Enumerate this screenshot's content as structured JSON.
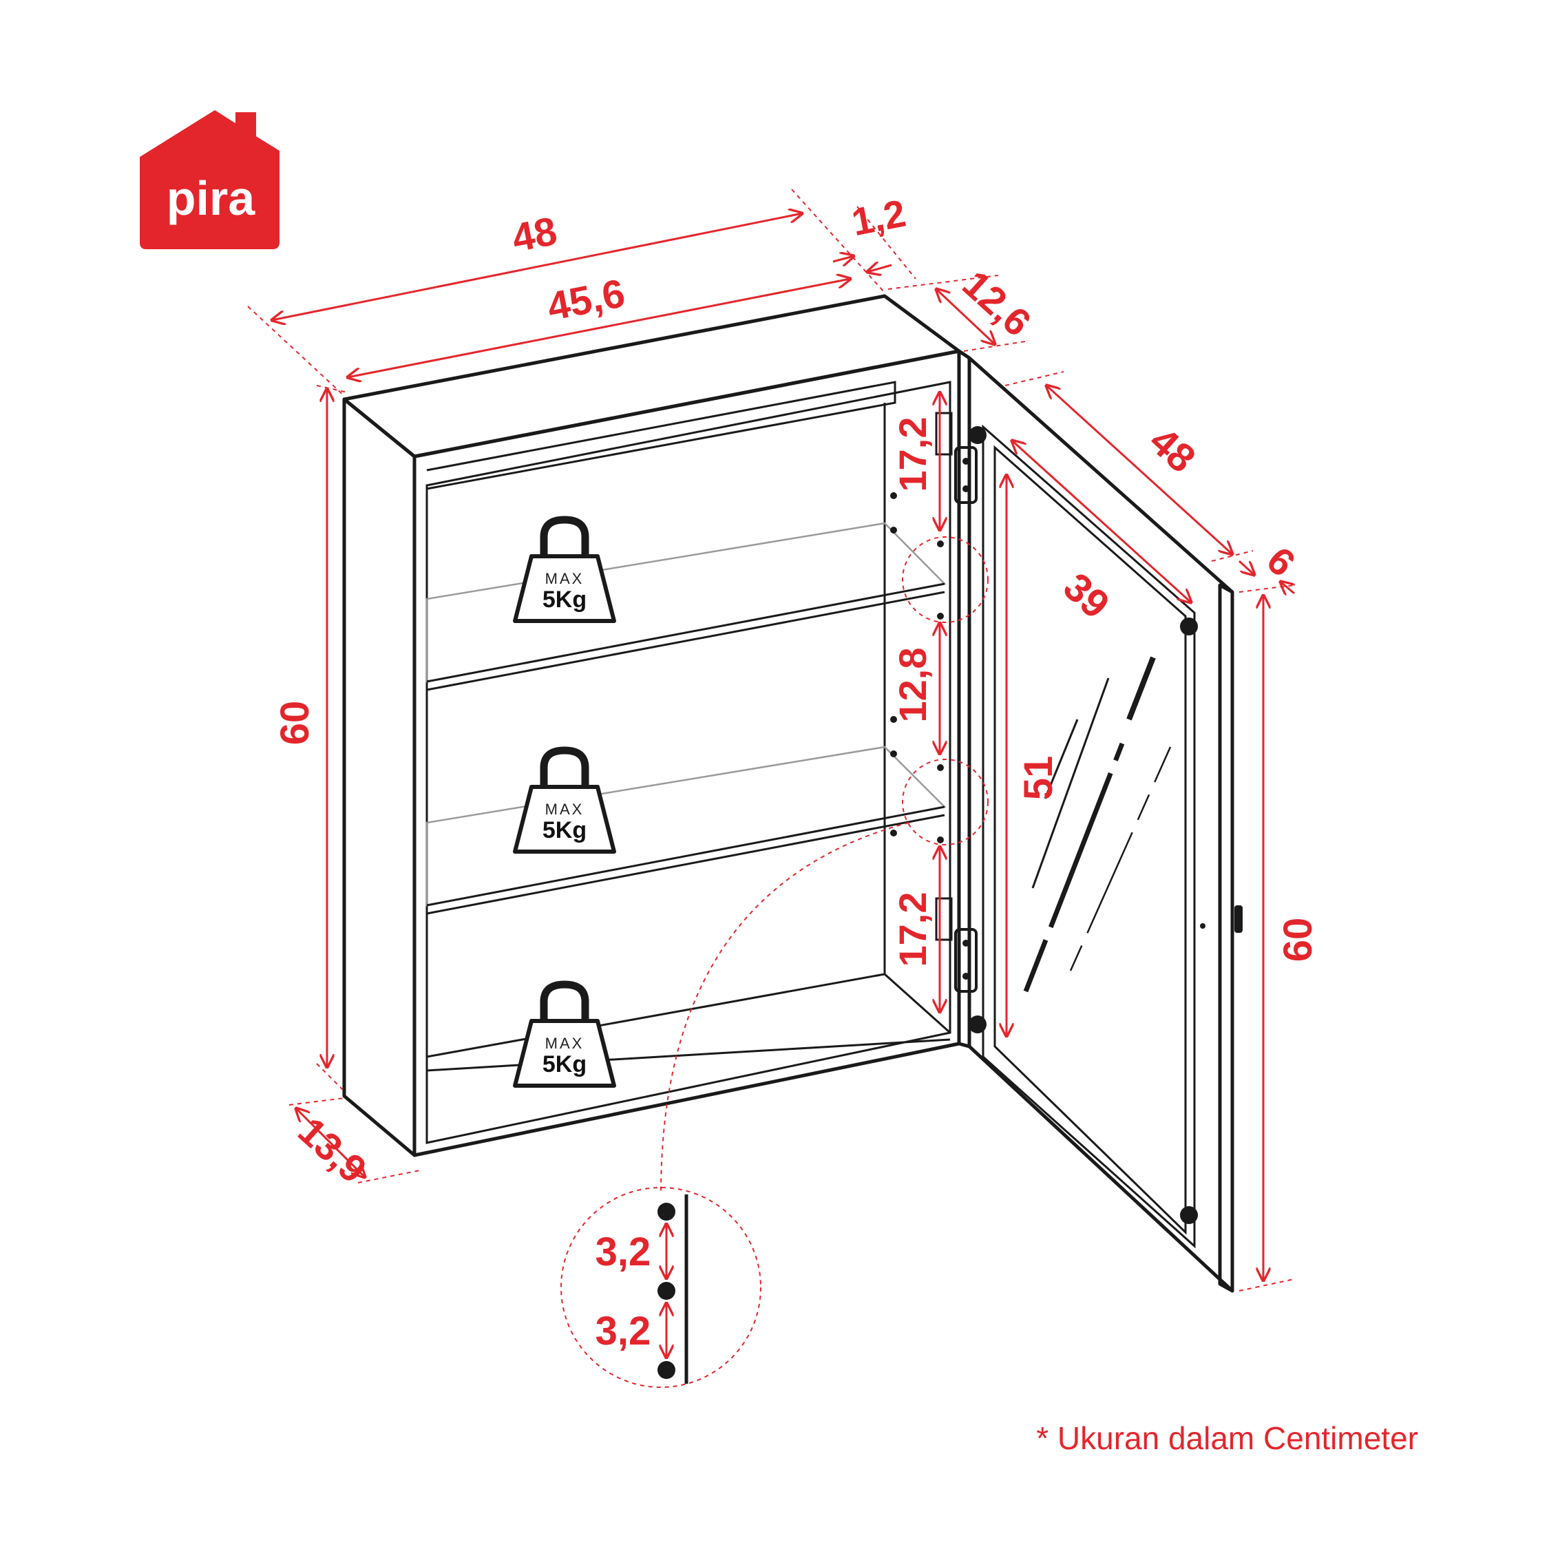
{
  "brand": {
    "name": "pira",
    "color": "#e3262c"
  },
  "dimensions": {
    "cabinet_outer_width": "48",
    "cabinet_inner_width": "45,6",
    "back_panel_thickness": "1,2",
    "cabinet_depth_top": "12,6",
    "cabinet_height": "60",
    "cabinet_depth_bottom": "13,9",
    "hinge_gap_top": "17,2",
    "shelf_spacing": "12,8",
    "hinge_gap_bottom": "17,2",
    "door_width": "48",
    "door_thickness": "6",
    "door_mirror_width": "39",
    "door_mirror_height": "51",
    "door_height": "60",
    "peg_spacing_1": "3,2",
    "peg_spacing_2": "3,2"
  },
  "weight_badges": [
    {
      "max": "MAX",
      "load": "5Kg"
    },
    {
      "max": "MAX",
      "load": "5Kg"
    },
    {
      "max": "MAX",
      "load": "5Kg"
    }
  ],
  "footnote": "* Ukuran dalam Centimeter",
  "icons": [
    "house-logo-icon",
    "weight-icon",
    "hinge-icon",
    "peg-hole-icon"
  ],
  "colors": {
    "dimension_red": "#e3262c",
    "line_black": "#1a1a1a"
  }
}
